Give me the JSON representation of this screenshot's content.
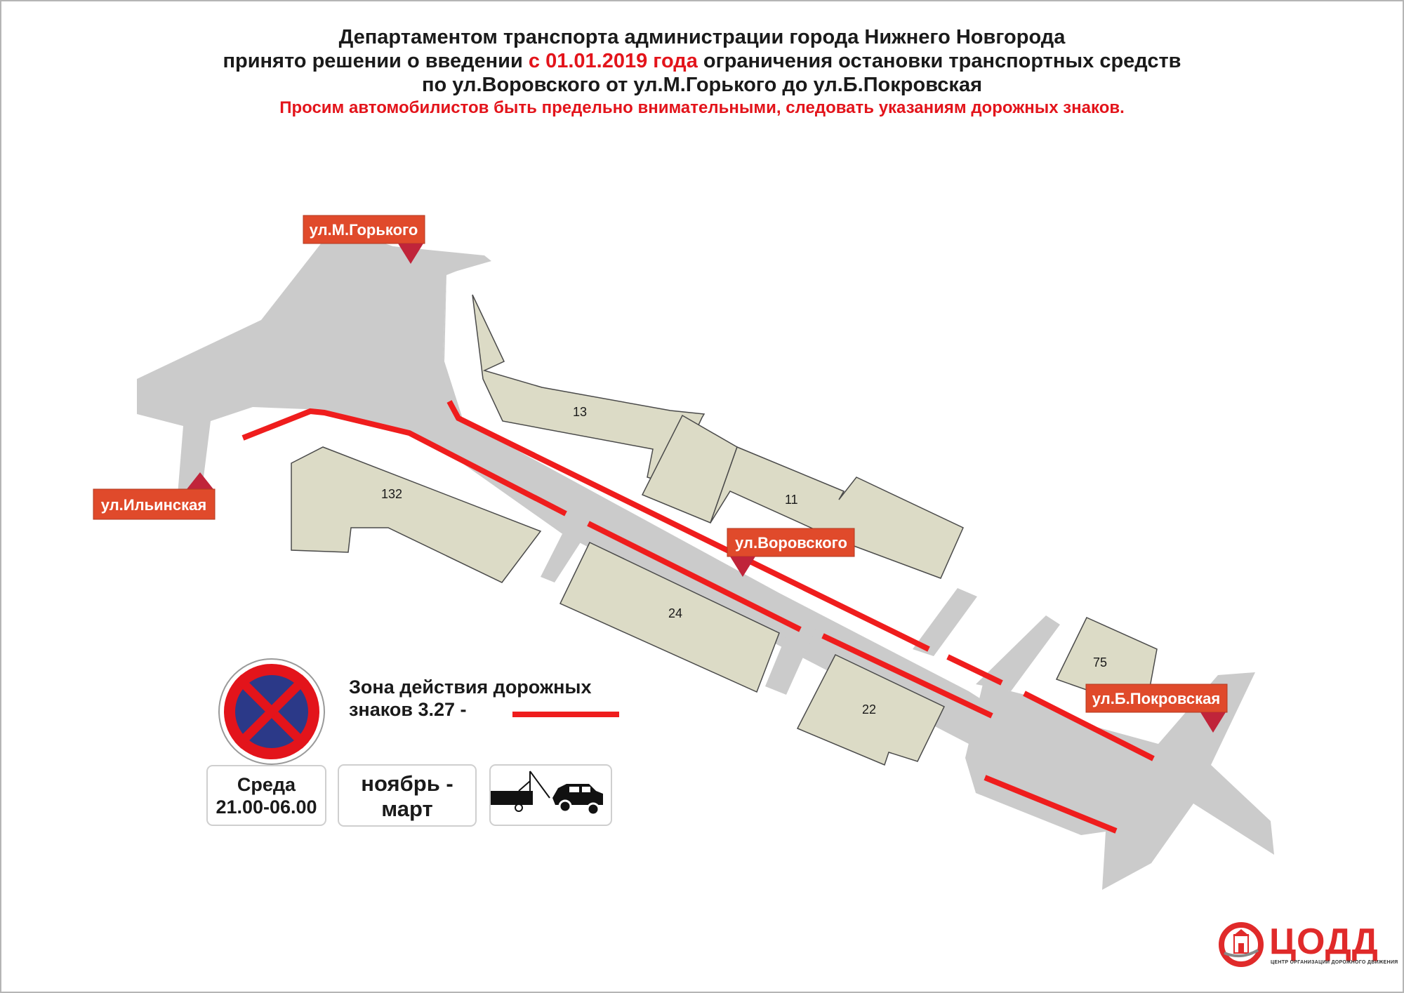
{
  "header": {
    "line1": "Департаментом транспорта администрации города Нижнего Новгорода",
    "line2_before": "принято решении о введении ",
    "line2_date": "с 01.01.2019 года",
    "line2_after": " ограничения остановки транспортных средств",
    "line3": "по ул.Воровского от ул.М.Горького до ул.Б.Покровская",
    "warning": "Просим автомобилистов быть предельно внимательными, следовать указаниям дорожных знаков."
  },
  "streets": {
    "gorkogo": "ул.М.Горького",
    "ilyinskaya": "ул.Ильинская",
    "vorovskogo": "ул.Воровского",
    "pokrovskaya": "ул.Б.Покровская"
  },
  "buildings": {
    "b13": "13",
    "b132": "132",
    "b11": "11",
    "b24": "24",
    "b22": "22",
    "b75": "75"
  },
  "legend": {
    "line1": "Зона действия дорожных",
    "line2": "знаков 3.27    -"
  },
  "schedule": {
    "day": "Среда",
    "time": "21.00-06.00",
    "months_line1": "ноябрь -",
    "months_line2": "март"
  },
  "logo": {
    "name": "ЦОДД",
    "subtitle": "ЦЕНТР ОРГАНИЗАЦИИ ДОРОЖНОГО ДВИЖЕНИЯ"
  },
  "colors": {
    "road": "#cbcbcb",
    "building": "#dcdbc6",
    "restriction_line": "#ef1d1d",
    "label_bg": "#e04a2b",
    "label_pointer": "#c0243a",
    "sign_blue": "#2b3988",
    "sign_red": "#e3141b"
  },
  "icons": {
    "sign": "no-stopping-sign-icon",
    "tow": "tow-truck-icon",
    "logo": "codd-logo-icon"
  }
}
